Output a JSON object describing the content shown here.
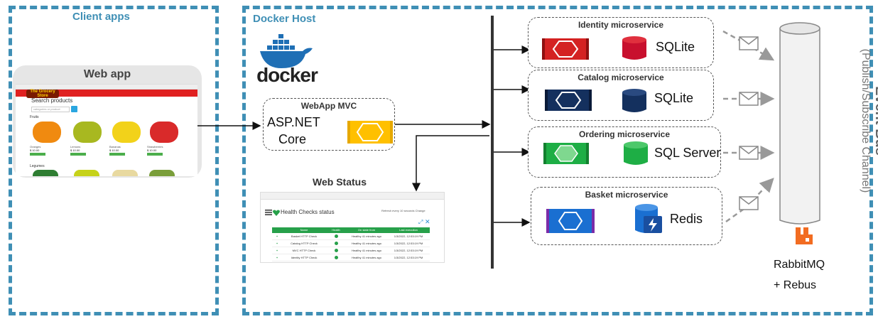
{
  "regions": {
    "client_apps": "Client apps",
    "docker_host": "Docker Host"
  },
  "web_app": {
    "title": "Web app",
    "screenshot": {
      "logo": "The Grocery Store",
      "search_title": "Search products",
      "search_placeholder": "categories or product",
      "category_fruits": "Fruits",
      "category_legumes": "Legumes",
      "products": [
        {
          "name": "Oranges",
          "price": "$ 10.00",
          "color": "#f08a10"
        },
        {
          "name": "Lemons",
          "price": "$ 10.00",
          "color": "#a8b820"
        },
        {
          "name": "Bananas",
          "price": "$ 10.00",
          "color": "#f2d21a"
        },
        {
          "name": "Strawberries",
          "price": "$ 10.00",
          "color": "#d92a2a"
        }
      ]
    }
  },
  "docker_logo": {
    "text": "docker",
    "color": "#1f6fb5"
  },
  "webapp_mvc": {
    "title": "WebApp MVC",
    "line1": "ASP.NET",
    "line2": "Core"
  },
  "web_status": {
    "title": "Web Status",
    "screenshot": {
      "title": "Health Checks status",
      "refresh_text": "Refresh every  10  seconds  Change",
      "columns": [
        "Name",
        "Health",
        "On state from",
        "Last execution"
      ],
      "rows": [
        {
          "name": "Basket HTTP Check",
          "state": "Healthy 41 minutes ago",
          "last": "1/3/2022, 12:53:19 PM"
        },
        {
          "name": "Catalog HTTP Check",
          "state": "Healthy 41 minutes ago",
          "last": "1/3/2022, 12:53:19 PM"
        },
        {
          "name": "MVC HTTP Check",
          "state": "Healthy 41 minutes ago",
          "last": "1/3/2022, 12:53:19 PM"
        },
        {
          "name": "Identity HTTP Check",
          "state": "Healthy 41 minutes ago",
          "last": "1/3/2022, 12:53:19 PM"
        }
      ]
    }
  },
  "services": {
    "identity": {
      "title": "Identity  microservice",
      "db": "SQLite",
      "color": "#d42222"
    },
    "catalog": {
      "title": "Catalog  microservice",
      "db": "SQLite",
      "color": "#14305e"
    },
    "ordering": {
      "title": "Ordering  microservice",
      "db": "SQL Server",
      "color": "#1eae45"
    },
    "basket": {
      "title": "Basket  microservice",
      "db": "Redis",
      "color": "#1a6fd1"
    }
  },
  "event_bus": {
    "title": "Event Bus",
    "subtitle": "(Publish/Subscribe  Channel)",
    "footer_line1": "RabbitMQ",
    "footer_line2": "+ Rebus"
  },
  "colors": {
    "accent": "#3f8fb5",
    "mvc_yellow": "#ffc000",
    "rabbit_orange": "#f26c21"
  }
}
